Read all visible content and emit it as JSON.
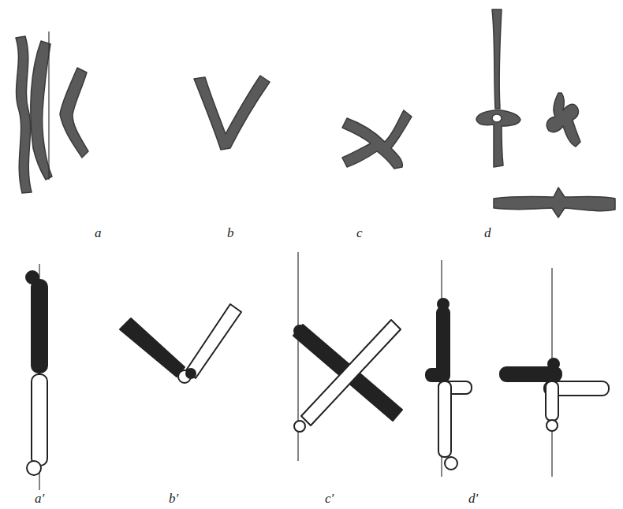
{
  "diagram": {
    "labels": [
      "a",
      "b",
      "c",
      "d",
      "a′",
      "b′",
      "c′",
      "d′"
    ]
  }
}
